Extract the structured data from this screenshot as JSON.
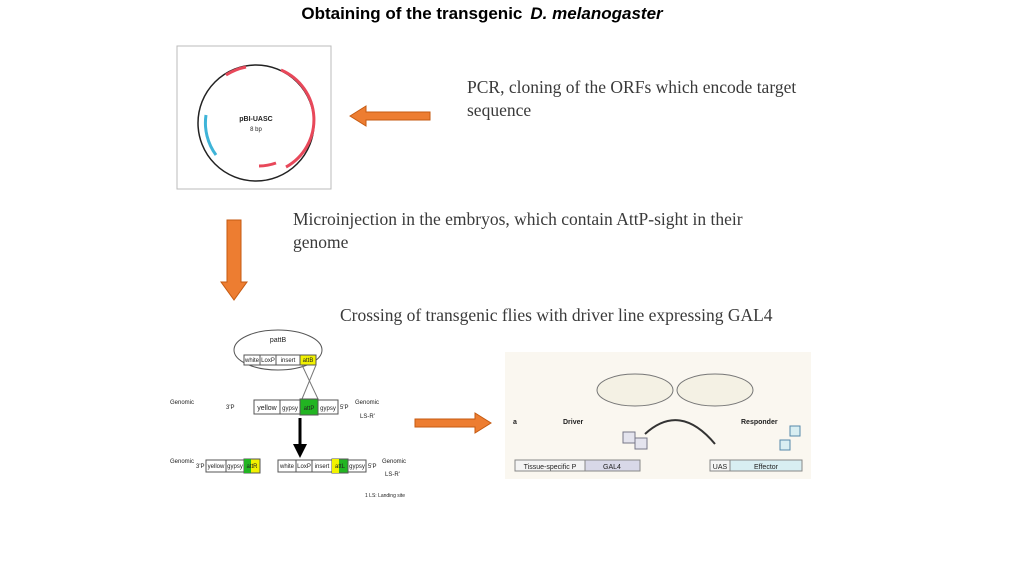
{
  "title": {
    "main": "Obtaining of the transgenic",
    "species": "D. melanogaster"
  },
  "steps": [
    {
      "text": "PCR, cloning of the ORFs which encode target sequence"
    },
    {
      "text": "Microinjection in the embryos, which contain AttP-sight in their genome"
    },
    {
      "text": "Crossing of transgenic flies with driver line expressing GAL4"
    }
  ],
  "plasmid": {
    "name": "pBI-UASC",
    "size": "8 bp"
  },
  "integration": {
    "pattB": "pattB",
    "white": "white",
    "loxp": "LoxP",
    "insert": "insert",
    "attb": "attB",
    "attp": "attP",
    "attr": "attR",
    "attl": "attL",
    "yellow": "yellow",
    "gypsy": "gypsy",
    "p3": "3'P",
    "p5": "5'P",
    "genomic": "Genomic",
    "lsr": "LS-R'",
    "footnote": "1 LS: Landing site"
  },
  "gal4": {
    "panel": "a",
    "driver": "Driver",
    "responder": "Responder",
    "promoter": "Tissue-specific P",
    "gal4": "GAL4",
    "uas": "UAS",
    "effector": "Effector"
  },
  "colors": {
    "arrow": "#ed7d31",
    "plasmid_red": "#e8485a",
    "plasmid_blue": "#3fb4d8",
    "attb_yellow": "#f2f200",
    "attp_green": "#22b422"
  }
}
